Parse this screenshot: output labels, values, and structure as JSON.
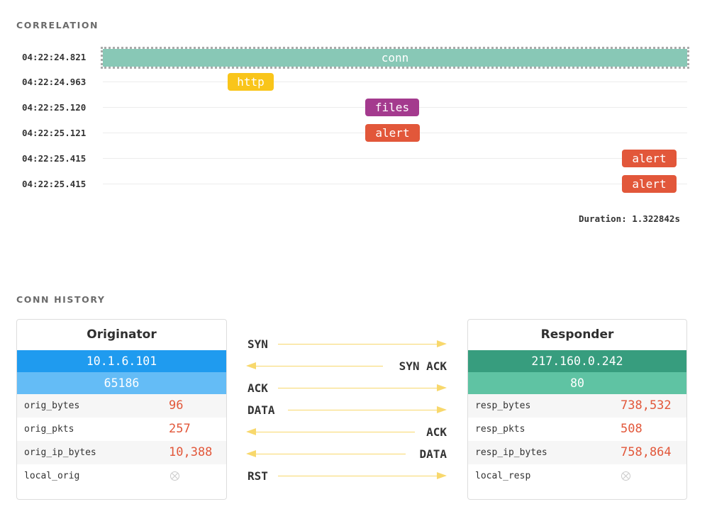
{
  "correlation": {
    "title": "CORRELATION",
    "rows": [
      {
        "time": "04:22:24.821",
        "label": "conn",
        "color": "#88c8b6"
      },
      {
        "time": "04:22:24.963",
        "label": "http",
        "color": "#f9c51a"
      },
      {
        "time": "04:22:25.120",
        "label": "files",
        "color": "#a43a8e"
      },
      {
        "time": "04:22:25.121",
        "label": "alert",
        "color": "#e2573a"
      },
      {
        "time": "04:22:25.415",
        "label": "alert",
        "color": "#e2573a"
      },
      {
        "time": "04:22:25.415",
        "label": "alert",
        "color": "#e2573a"
      }
    ],
    "duration": "Duration: 1.322842s"
  },
  "conn_history": {
    "title": "CONN HISTORY",
    "originator": {
      "title": "Originator",
      "ip": "10.1.6.101",
      "port": "65186",
      "ip_color": "#1f9bef",
      "port_color": "#64bcf6",
      "stats": [
        {
          "label": "orig_bytes",
          "value": "96"
        },
        {
          "label": "orig_pkts",
          "value": "257"
        },
        {
          "label": "orig_ip_bytes",
          "value": "10,388"
        }
      ],
      "local_label": "local_orig",
      "local_icon": "x-circle-icon"
    },
    "responder": {
      "title": "Responder",
      "ip": "217.160.0.242",
      "port": "80",
      "ip_color": "#379d7e",
      "port_color": "#5fc3a3",
      "stats": [
        {
          "label": "resp_bytes",
          "value": "738,532"
        },
        {
          "label": "resp_pkts",
          "value": "508"
        },
        {
          "label": "resp_ip_bytes",
          "value": "758,864"
        }
      ],
      "local_label": "local_resp",
      "local_icon": "x-circle-icon"
    },
    "handshake": [
      {
        "label": "SYN",
        "direction": "right"
      },
      {
        "label": "SYN ACK",
        "direction": "left"
      },
      {
        "label": "ACK",
        "direction": "right"
      },
      {
        "label": "DATA",
        "direction": "right"
      },
      {
        "label": "ACK",
        "direction": "left"
      },
      {
        "label": "DATA",
        "direction": "left"
      },
      {
        "label": "RST",
        "direction": "right"
      }
    ]
  }
}
